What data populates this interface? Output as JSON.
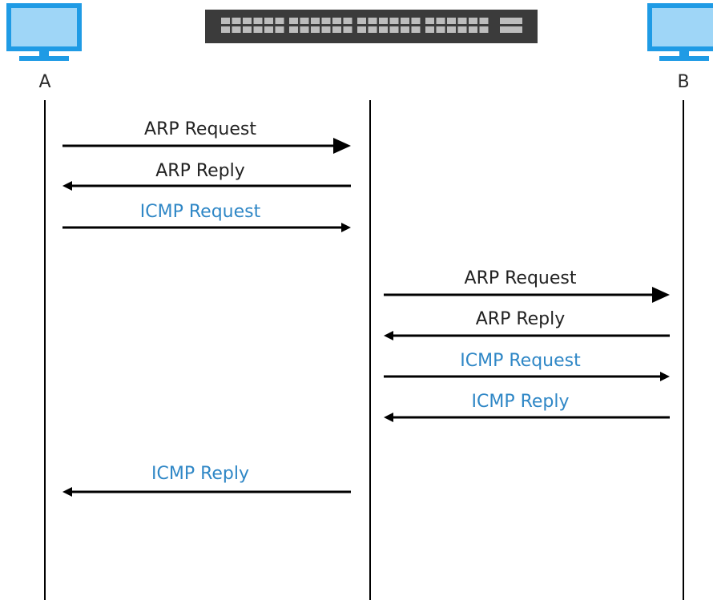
{
  "nodes": {
    "left": {
      "label": "A"
    },
    "right": {
      "label": "B"
    }
  },
  "colors": {
    "arp_text": "#222222",
    "icmp_text": "#2f87c6",
    "line": "#000000",
    "monitor_blue": "#1f9be5",
    "monitor_light": "#9fd6f7",
    "switch_dark": "#3b3b3b",
    "switch_port": "#bdbdbd"
  },
  "messages": [
    {
      "label": "ARP Request",
      "kind": "arp",
      "direction": "right",
      "segment": "A-switch",
      "order": 1
    },
    {
      "label": "ARP Reply",
      "kind": "arp",
      "direction": "left",
      "segment": "A-switch",
      "order": 2
    },
    {
      "label": "ICMP Request",
      "kind": "icmp",
      "direction": "right",
      "segment": "A-switch",
      "order": 3
    },
    {
      "label": "ARP Request",
      "kind": "arp",
      "direction": "right",
      "segment": "switch-B",
      "order": 4
    },
    {
      "label": "ARP Reply",
      "kind": "arp",
      "direction": "left",
      "segment": "switch-B",
      "order": 5
    },
    {
      "label": "ICMP Request",
      "kind": "icmp",
      "direction": "right",
      "segment": "switch-B",
      "order": 6
    },
    {
      "label": "ICMP Reply",
      "kind": "icmp",
      "direction": "left",
      "segment": "switch-B",
      "order": 7
    },
    {
      "label": "ICMP Reply",
      "kind": "icmp",
      "direction": "left",
      "segment": "A-switch",
      "order": 8
    }
  ],
  "icons": {
    "left_host": "monitor-icon",
    "center_device": "switch-icon",
    "right_host": "monitor-icon"
  }
}
